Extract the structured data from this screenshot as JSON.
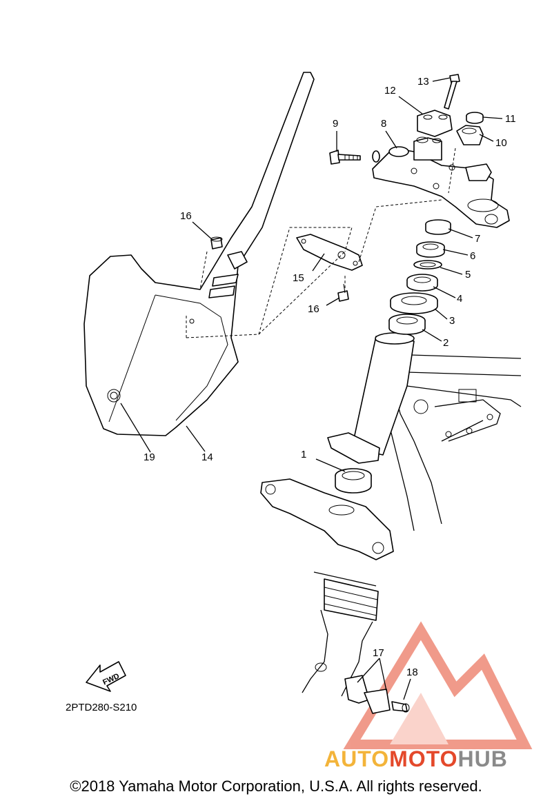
{
  "callouts": {
    "c1": "1",
    "c2": "2",
    "c3": "3",
    "c4": "4",
    "c5": "5",
    "c6": "6",
    "c7": "7",
    "c8": "8",
    "c9": "9",
    "c10": "10",
    "c11": "11",
    "c12": "12",
    "c13": "13",
    "c14": "14",
    "c15": "15",
    "c16a": "16",
    "c16b": "16",
    "c17": "17",
    "c18": "18",
    "c19": "19"
  },
  "fwd_label": "FWD",
  "diagram_code": "2PTD280-S210",
  "watermark": {
    "part1": "AUTO",
    "part2": "MOTO",
    "part3": "HUB"
  },
  "copyright": "©2018 Yamaha Motor Corporation, U.S.A. All rights reserved.",
  "colors": {
    "watermark_red": "#e4492b",
    "watermark_orange": "#f3b43a",
    "watermark_gray": "#8a8a8a"
  }
}
